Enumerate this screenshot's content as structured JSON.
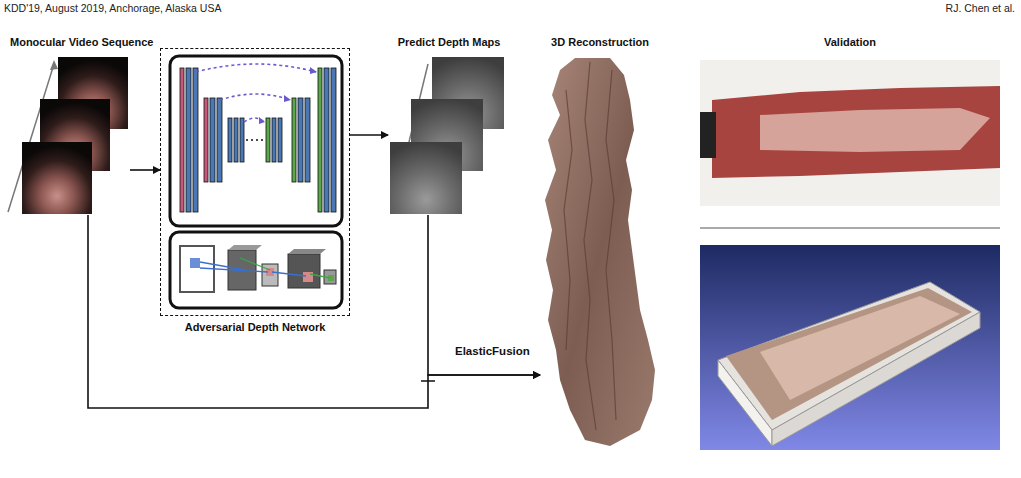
{
  "diagram": {
    "nodes": [
      {
        "text": [
          "Monocular Video Sequence"
        ]
      },
      {
        "text": [
          "Adversarial Depth Network"
        ]
      },
      {
        "text": [
          "Predict Depth Maps"
        ]
      },
      {
        "text": [
          "3D Reconstruction"
        ]
      },
      {
        "text": [
          "Validation"
        ]
      }
    ],
    "edges": [
      {
        "from": 0,
        "to": 1,
        "arrow": "to"
      },
      {
        "from": 1,
        "to": 2,
        "arrow": "to"
      },
      {
        "from": 2,
        "to": 3,
        "label": "ElasticFusion",
        "arrow": "to"
      },
      {
        "from": 0,
        "to": 3,
        "arrow": "to"
      }
    ],
    "labels": [
      "KDD'19, August 2019, Anchorage, Alaska USA",
      "RJ. Chen et al."
    ]
  }
}
